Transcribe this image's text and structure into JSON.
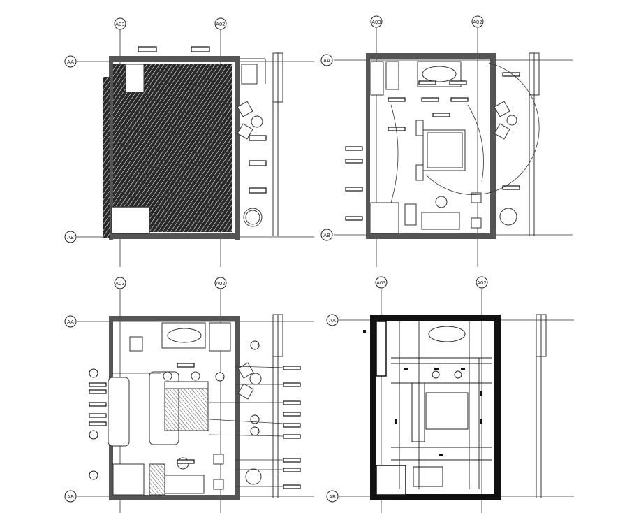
{
  "grid_labels": {
    "col_left": "A03",
    "col_right": "A02",
    "row_top": "AA",
    "row_bottom": "AB"
  },
  "panels": [
    {
      "id": "plan-1",
      "kind": "floor-finish plan (hatched floor)"
    },
    {
      "id": "plan-2",
      "kind": "furniture / lighting plan"
    },
    {
      "id": "plan-3",
      "kind": "furniture layout with callouts"
    },
    {
      "id": "plan-4",
      "kind": "ceiling / electrical plan"
    }
  ],
  "colors": {
    "line": "#2b2b2b",
    "wall": "#555555",
    "wall_dark": "#111111",
    "hatch": "#1a1a1a",
    "background": "#ffffff"
  }
}
